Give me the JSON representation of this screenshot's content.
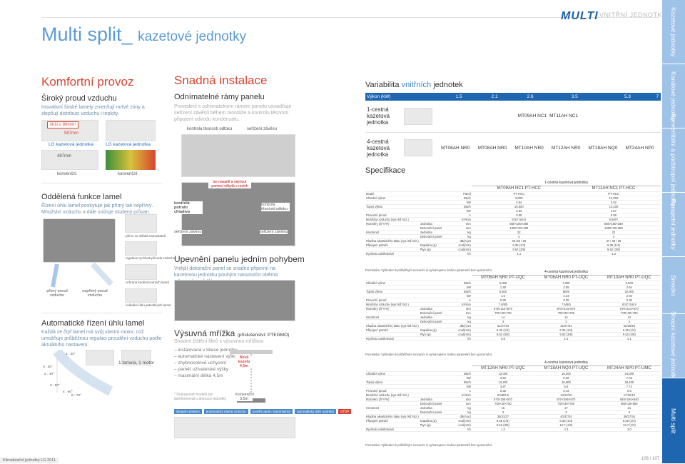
{
  "page": {
    "title": "Multi split_",
    "title_small": "kazetové jednotky",
    "brand": "MULTI",
    "brand_sub": "VNITŘNÍ JEDNOTKY",
    "footer_left": "Klimatizační jednotky LG 2011",
    "page_num": "106 / 107"
  },
  "sidebar": [
    "Kazetové jednotky",
    "Kanálové jednotky",
    "Konvertibilní a podstropní jednotky",
    "Parapetní jednotky",
    "Smodro",
    "Stropní kazetové jednotky",
    "Multi split"
  ],
  "comfort": {
    "title": "Komfortní provoz",
    "wide_title": "Široký proud vzduchu",
    "wide_text": "Inovativní široké lamely zmenšují mrtvé zóny a zlepšují distribuci vzduchu i teploty.",
    "img1_label": "LG kazetová jednotka",
    "img1_badge": "širší o 80mm!",
    "img1_dim": "587mm",
    "img2_label": "LG kazetová jednotka",
    "img2_dim": "487mm",
    "conv1": "konvenční",
    "conv2": "konvenční",
    "sep_title": "Oddělená funkce lamel",
    "sep_text": "Řízení úhlu lamel poskytuje jak přímý tak nepřímý. Množství vzduchu a dále snižuje studený průvan.",
    "d1": "přímo se vkládá samostatně",
    "d2": "regulace rychlosti přívodu vzduchu",
    "d3": "ochrana kodenzovaných lamel",
    "d4": "ovládání úhlu jednotlivých lamel",
    "direct": "přímý proud vzduchu",
    "indirect": "nepřímý proud vzduchu",
    "auto_title": "Automatické řízení úhlu lamel",
    "auto_text": "Každá ze čtyř lamel má svůj vlastní motor, což umožňuje průběžnou regulaci proudění vzduchu podle aktuálního nastavení.",
    "angles": [
      "1 : 20°",
      "0 : 30°",
      "2 : 40°",
      "3 : 50°",
      "4 : 60°",
      "5 : 70°"
    ],
    "motor": "1 lamela, 1 motor"
  },
  "install": {
    "title": "Snadná instalace",
    "frame_title": "Odnímatelné rámy panelu",
    "frame_text": "Provedení s odnímatelným rámem panelu usnadňuje seřízení závěsů během montáže a kontrolu těsnosti připojení odvodu kondenzátu.",
    "lbl1": "kontrola těsnosti odtoku",
    "lbl2": "seřízení závěsu",
    "lbl3": "kontrola potrubí chladiva",
    "lbl4": "seřízení závěsu",
    "lbl5": "lze nasadit a sejmout pomocí očkytů v rozích",
    "lbl6": "kontrola těsnosti odtoku",
    "lbl7": "seřízení závěsu",
    "panel_title": "Upevnění panelu jedním pohybem",
    "panel_text": "Vnější dekorační panel se snadno připevní na kazetovou jednotku pouhým nasunutím oběma rukama bez další pomoci.",
    "grill_title": "Výsuvná mřížka",
    "grill_sub": "(příslušenství: PTEGMO)",
    "grill_text": "Snadné čištění filtrů s výsuvnou mřížkou",
    "bullets": [
      "instalovaná v tělese jednotky",
      "automatické nastavení výšky výsuvu",
      "zhybnosotové uchycení",
      "paměť uživatelské výšky",
      "maximální délka 4,5m"
    ],
    "new_len": "Nová kazeta 4,5m",
    "conv_len": "Konvenční 3,5m",
    "footnote": "* Dostupnost modelů lze doinformovat u dovozce jednotky",
    "flow": [
      "sklopení prvkem",
      "automatický návrat vzduchu",
      "uzavřít panel / automatický",
      "automaticky dolů uvolnění",
      "STOP"
    ]
  },
  "variability": {
    "title": "Variabilita",
    "title_accent": "vnitřních",
    "title_end": "jednotek",
    "header": [
      "Výkon (kW)",
      "1.5",
      "2.1",
      "2.6",
      "3.5",
      "5.3",
      "7"
    ],
    "row1_label": "1-cestná kazetová jednotka",
    "row1_models": [
      "MT09AH NC1",
      "MT11AH NC1"
    ],
    "row2_label": "4-cestná kazetová jednotka",
    "row2_models": [
      "MT06AH NR0",
      "MT08AH NR0",
      "MT10AH NR0",
      "MT12AH NR0",
      "MT18AH NQ0",
      "MT24AH NP0"
    ]
  },
  "specs": {
    "title": "Specifikace",
    "t1": {
      "cap": "1-cestná kazetová jednotka",
      "models": [
        "MT09AH NC1 PT-HCC",
        "MT11AH NC1 PT-HCC"
      ],
      "rows": [
        [
          "Model",
          "",
          "Panel",
          "PT-HCC",
          "PT-HCC"
        ],
        [
          "Chladicí výkon",
          "",
          "Btu/h",
          "9,000",
          "12,000"
        ],
        [
          "",
          "",
          "kW",
          "2.64",
          "3.52"
        ],
        [
          "Topný výkon",
          "",
          "Btu/h",
          "10,000",
          "13,200"
        ],
        [
          "",
          "",
          "kW",
          "2.93",
          "3.87"
        ],
        [
          "Provozní proud",
          "",
          "A",
          "0.55",
          "0.58"
        ],
        [
          "Množství vzduchu (vys./stř./níz.)",
          "",
          "m³/min",
          "8.5/7.5/6.5",
          "9.5/8/7"
        ],
        [
          "Rozměry (Š*V*H)",
          "Jednotka",
          "mm",
          "860×180×390",
          "860×180×390"
        ],
        [
          "",
          "Dekorační panel",
          "mm",
          "1050×30×480",
          "1050×30×480"
        ],
        [
          "Hmotnost",
          "Jednotka",
          "kg",
          "22",
          "22"
        ],
        [
          "",
          "Dekorační panel",
          "kg",
          "4",
          "4"
        ],
        [
          "Hladina akustického tlaku (vys./stř./níz.)",
          "",
          "dB(A)±3",
          "35 /32 / 29",
          "37 / 33 / 29"
        ],
        [
          "Připojení potrubí",
          "Kapalina (φ)",
          "coul(mm)",
          "6.35 (1/4)",
          "6.35 (1/4)"
        ],
        [
          "",
          "Plyn (φ)",
          "coul(mm)",
          "9.52 (3/8)",
          "9.52 (3/8)"
        ],
        [
          "Rychlost odvětrávání",
          "",
          "l/h",
          "1.1",
          "1.3"
        ]
      ],
      "note": "Poznámka: Výhledem k průběžným inovacím si vyhrazujeme změnu parametrů bez upozornění."
    },
    "t2": {
      "cap": "4-cestná kazetová jednotka",
      "models": [
        "MT06AH NR0 PT-UQC",
        "MT08AH NR0 PT-UQC",
        "MT10AH NR0 PT-UQC"
      ],
      "rows": [
        [
          "Chladicí výkon",
          "",
          "Btu/h",
          "5,000",
          "7,000",
          "9,000"
        ],
        [
          "",
          "",
          "kW",
          "1.48",
          "2.05",
          "2.64"
        ],
        [
          "Topný výkon",
          "",
          "Btu/h",
          "5,500",
          "8000",
          "10,000"
        ],
        [
          "",
          "",
          "kW",
          "1.6",
          "2.34",
          "2.93"
        ],
        [
          "Provozní proud",
          "",
          "A",
          "0.35",
          "0.35",
          "0.35"
        ],
        [
          "Množství vzduchu (vys./stř./níz.)",
          "",
          "m³/min",
          "7.5/6/5",
          "7.5/6/5",
          "8.5/7.5/6.5"
        ],
        [
          "Rozměry (Š*V*H)",
          "Jednotka",
          "mm",
          "570×214×570",
          "570×214×570",
          "570×214×570"
        ],
        [
          "",
          "Dekorační panel",
          "mm",
          "700×30×700",
          "700×30×700",
          "700×30×700"
        ],
        [
          "Hmotnost",
          "Jednotka",
          "kg",
          "14",
          "14",
          "14"
        ],
        [
          "",
          "Dekorační panel",
          "kg",
          "3",
          "3",
          "3"
        ],
        [
          "Hladina akustického tlaku (vys./stř./níz.)",
          "",
          "dB(A)±3",
          "31/27/24",
          "31/27/24",
          "32/28/25"
        ],
        [
          "Připojení potrubí",
          "Kapalina (φ)",
          "coul(mm)",
          "6.35 (1/4)",
          "6.35 (1/4)",
          "6.35 (1/4)"
        ],
        [
          "",
          "Plyn (φ)",
          "coul(mm)",
          "9.52 (3/8)",
          "9.52 (3/8)",
          "9.52 (3/8)"
        ],
        [
          "Rychlost odvětrávání",
          "",
          "l/h",
          "0.8",
          "1.0",
          "1.1"
        ]
      ],
      "note": "Poznámka: Výhledem k průběžným inovacím si vyhrazujeme změnu parametrů bez upozornění."
    },
    "t3": {
      "cap": "4-cestná kazetová jednotka",
      "models": [
        "MT12AH NR0 PT-UQC",
        "MT18AH NQ0 PT-UQC",
        "MT24AH NP0 PT-UMC"
      ],
      "rows": [
        [
          "Chladicí výkon",
          "",
          "Btu/h",
          "12,000",
          "18,000",
          "24,000"
        ],
        [
          "",
          "",
          "kW",
          "3.52",
          "5.28",
          "7.03"
        ],
        [
          "Topný výkon",
          "",
          "Btu/h",
          "13,200",
          "19,800",
          "26,400"
        ],
        [
          "",
          "",
          "kW",
          "3.87",
          "5.8",
          "7.74"
        ],
        [
          "Provozní proud",
          "",
          "A",
          "0.35",
          "0.43",
          "0.6"
        ],
        [
          "Množství vzduchu (vys./stř./níz.)",
          "",
          "m³/min",
          "9.5/8/6.5",
          "13/12/10",
          "17/15/13"
        ],
        [
          "Rozměry (Š*V*H)",
          "Jednotka",
          "mm",
          "570×256×570",
          "570×256×570",
          "840×204×840"
        ],
        [
          "",
          "Dekorační panel",
          "mm",
          "700×30×700",
          "700×30×700",
          "950×25×950"
        ],
        [
          "Hmotnost",
          "Jednotka",
          "kg",
          "15",
          "17",
          "21"
        ],
        [
          "",
          "Dekorační panel",
          "kg",
          "3",
          "3",
          "5"
        ],
        [
          "Hladina akustického tlaku (vys./stř./níz.)",
          "",
          "dB(A)±3",
          "35/31/27",
          "40/37/34",
          "39/37/34"
        ],
        [
          "Připojení potrubí",
          "Kapalina (φ)",
          "coul(mm)",
          "6.35 (1/4)",
          "6.35 (1/4)",
          "6.35 (1/4)"
        ],
        [
          "",
          "Plyn (φ)",
          "coul(mm)",
          "9.52 (3/8)",
          "12.7 (1/2)",
          "12.7 (1/2)"
        ],
        [
          "Rychlost odvětrávání",
          "",
          "l/h",
          "1.3",
          "2.4",
          "3.0"
        ]
      ],
      "note": "Poznámka: Výhledem k průběžným inovacím si vyhrazujeme změnu parametrů bez upozornění."
    }
  }
}
